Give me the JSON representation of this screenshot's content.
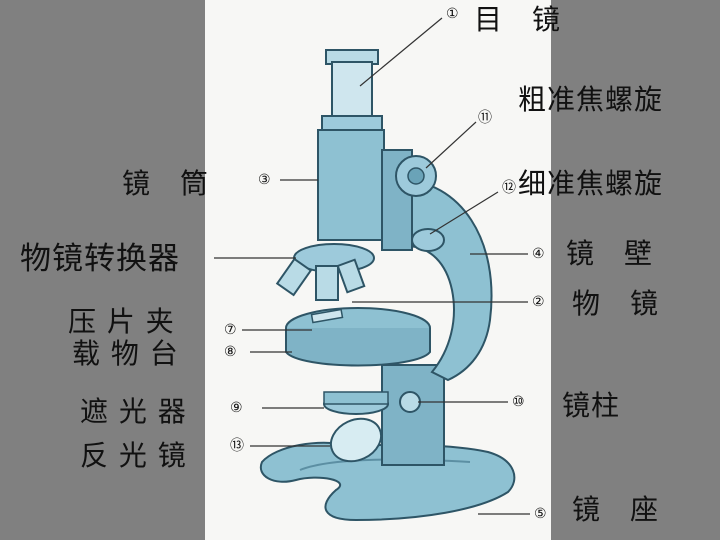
{
  "colors": {
    "background": "#808080",
    "panel": "#f7f7f5",
    "metal": "#8ec1d2",
    "metal_dark": "#5c8fa3",
    "outline": "#2e5566",
    "leader": "#333333",
    "text": "#111111"
  },
  "labels": {
    "eyepiece": "目　镜",
    "coarse_focus": "粗准焦螺旋",
    "tube": "镜　筒",
    "fine_focus": "细准焦螺旋",
    "nosepiece": "物镜转换器",
    "arm": "镜　壁",
    "objective": "物　镜",
    "stage_clip": "压 片 夹",
    "stage": "载 物 台",
    "diaphragm": "遮 光 器",
    "mirror": "反 光 镜",
    "pillar": "镜柱",
    "base": "镜　座"
  },
  "callouts": {
    "n1": "①",
    "n2": "②",
    "n3": "③",
    "n4": "④",
    "n5": "⑤",
    "n7": "⑦",
    "n8": "⑧",
    "n9": "⑨",
    "n10": "⑩",
    "n11": "⑪",
    "n12": "⑫",
    "n13": "⑬"
  }
}
